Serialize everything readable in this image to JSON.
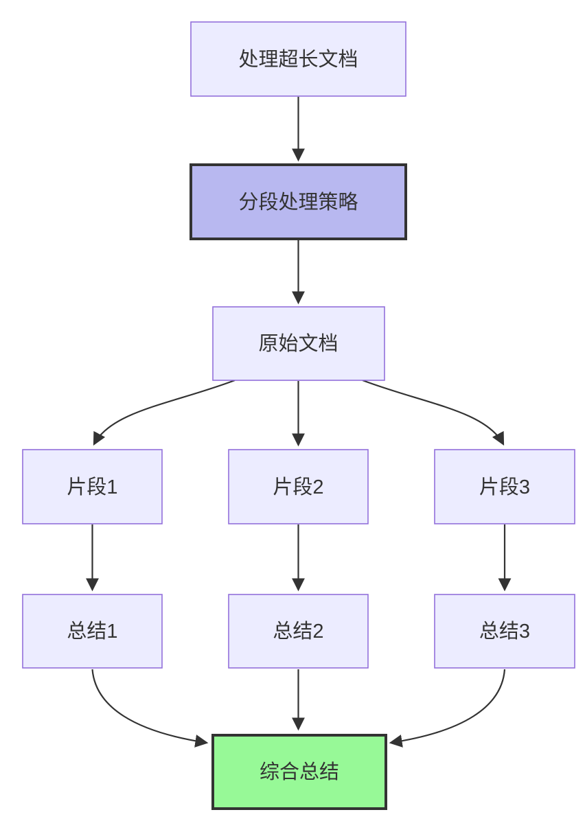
{
  "diagram": {
    "type": "flowchart",
    "direction": "top-down",
    "nodes": {
      "start": {
        "label": "处理超长文档",
        "style": "default"
      },
      "strategy": {
        "label": "分段处理策略",
        "style": "highlight-purple"
      },
      "doc": {
        "label": "原始文档",
        "style": "default"
      },
      "seg1": {
        "label": "片段1",
        "style": "default"
      },
      "seg2": {
        "label": "片段2",
        "style": "default"
      },
      "seg3": {
        "label": "片段3",
        "style": "default"
      },
      "sum1": {
        "label": "总结1",
        "style": "default"
      },
      "sum2": {
        "label": "总结2",
        "style": "default"
      },
      "sum3": {
        "label": "总结3",
        "style": "default"
      },
      "final": {
        "label": "综合总结",
        "style": "highlight-green"
      }
    },
    "edges": [
      {
        "from": "start",
        "to": "strategy"
      },
      {
        "from": "strategy",
        "to": "doc"
      },
      {
        "from": "doc",
        "to": "seg1"
      },
      {
        "from": "doc",
        "to": "seg2"
      },
      {
        "from": "doc",
        "to": "seg3"
      },
      {
        "from": "seg1",
        "to": "sum1"
      },
      {
        "from": "seg2",
        "to": "sum2"
      },
      {
        "from": "seg3",
        "to": "sum3"
      },
      {
        "from": "sum1",
        "to": "final"
      },
      {
        "from": "sum2",
        "to": "final"
      },
      {
        "from": "sum3",
        "to": "final"
      }
    ],
    "colors": {
      "background": "#ffffff",
      "node_fill": "#ECECFF",
      "node_border": "#9370DB",
      "highlight_purple_fill": "#B8B8F0",
      "highlight_green_fill": "#97F997",
      "highlight_border": "#333333",
      "edge": "#333333",
      "text": "#333333"
    }
  }
}
